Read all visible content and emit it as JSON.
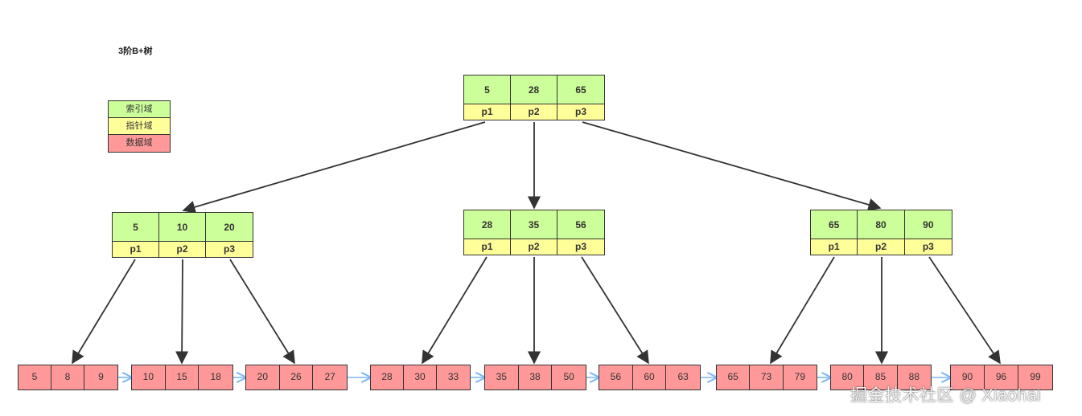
{
  "title": "3阶B+树",
  "legend": [
    "索引域",
    "指针域",
    "数据域"
  ],
  "colors": {
    "index": "#ccff99",
    "pointer": "#ffff99",
    "data": "#ff9999",
    "tree_edge": "#333333",
    "leaf_link": "#7ab8f5"
  },
  "root": {
    "keys": [
      "5",
      "28",
      "65"
    ],
    "pointers": [
      "p1",
      "p2",
      "p3"
    ]
  },
  "internal": [
    {
      "keys": [
        "5",
        "10",
        "20"
      ],
      "pointers": [
        "p1",
        "p2",
        "p3"
      ]
    },
    {
      "keys": [
        "28",
        "35",
        "56"
      ],
      "pointers": [
        "p1",
        "p2",
        "p3"
      ]
    },
    {
      "keys": [
        "65",
        "80",
        "90"
      ],
      "pointers": [
        "p1",
        "p2",
        "p3"
      ]
    }
  ],
  "leaves": [
    [
      "5",
      "8",
      "9"
    ],
    [
      "10",
      "15",
      "18"
    ],
    [
      "20",
      "26",
      "27"
    ],
    [
      "28",
      "30",
      "33"
    ],
    [
      "35",
      "38",
      "50"
    ],
    [
      "56",
      "60",
      "63"
    ],
    [
      "65",
      "73",
      "79"
    ],
    [
      "80",
      "85",
      "88"
    ],
    [
      "90",
      "96",
      "99"
    ]
  ],
  "watermark": "掘金技术社区 @ Xiaohai"
}
